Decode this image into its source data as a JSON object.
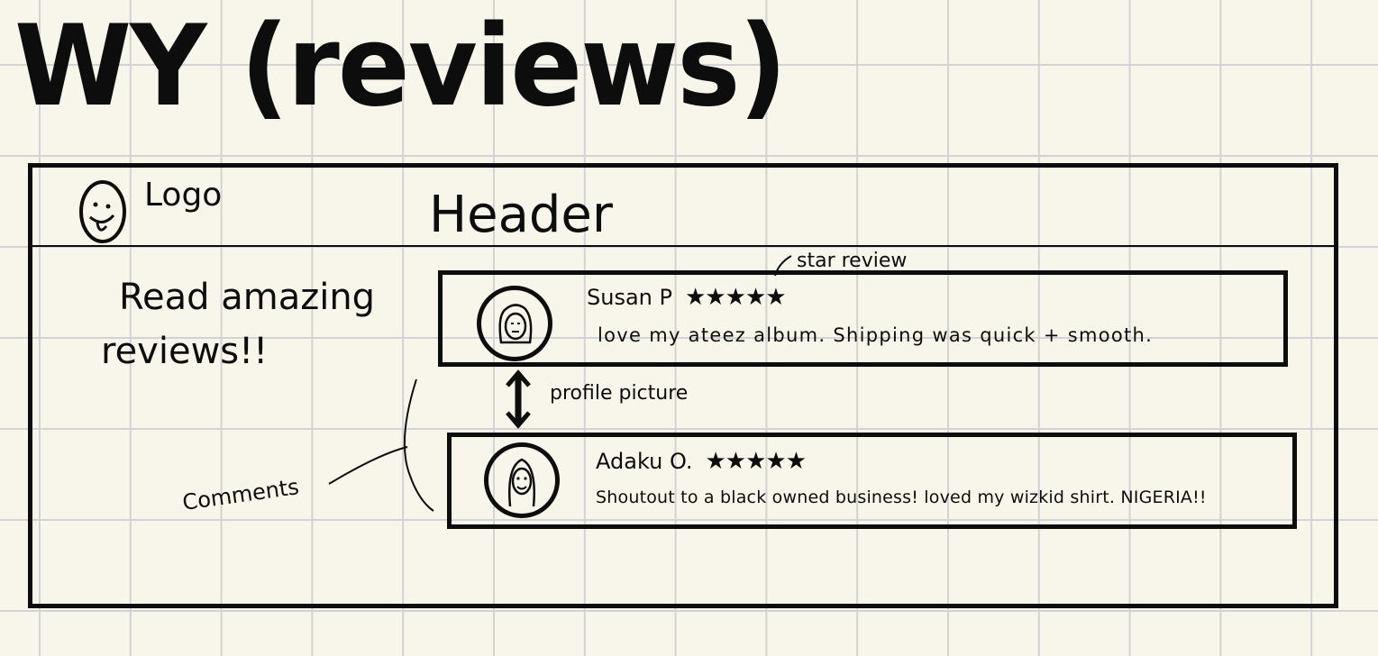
{
  "page": {
    "title": "WY (reviews)"
  },
  "wireframe": {
    "logo_label": "Logo",
    "header_label": "Header",
    "tagline_line1": "Read amazing",
    "tagline_line2": "reviews!!",
    "reviews": [
      {
        "name": "Susan P",
        "rating": 5,
        "stars": "★★★★★",
        "text": "love my ateez album. Shipping was quick + smooth."
      },
      {
        "name": "Adaku O.",
        "rating": 5,
        "stars": "★★★★★",
        "text": "Shoutout to a black owned business! loved my wizkid shirt. NIGERIA!!"
      }
    ]
  },
  "annotations": {
    "star_review": "star review",
    "profile_picture": "profile picture",
    "comments": "Comments"
  },
  "icons": {
    "logo": "smiley-face-icon",
    "avatar_1": "woman-portrait-icon",
    "avatar_2": "woman-long-hair-portrait-icon",
    "arrow": "double-headed-arrow-icon"
  },
  "colors": {
    "paper": "#f8f6ea",
    "grid": "#d3d2d4",
    "ink": "#0d0d0d"
  }
}
